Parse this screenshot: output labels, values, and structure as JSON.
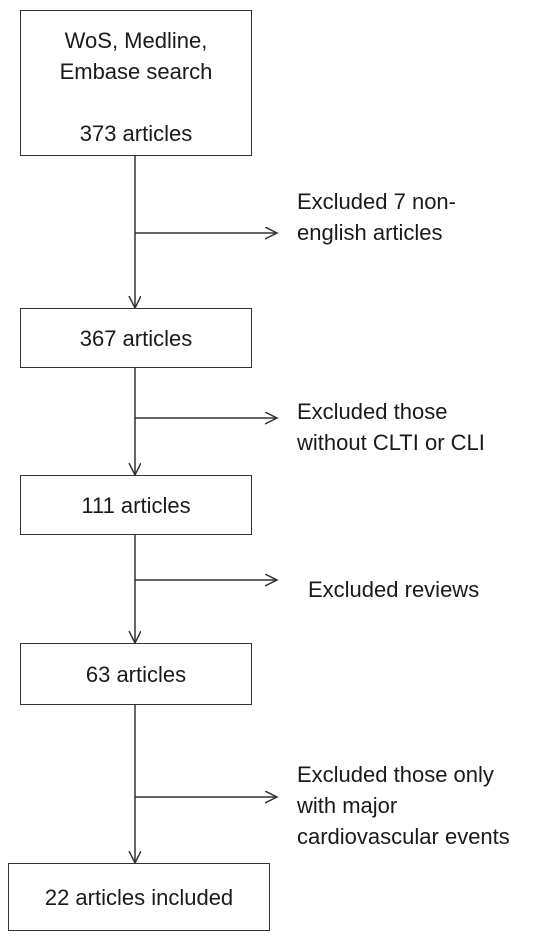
{
  "boxes": {
    "search_line1": "WoS, Medline,",
    "search_line2": "Embase search",
    "search_count": "373 articles",
    "step2": "367 articles",
    "step3": "111 articles",
    "step4": "63 articles",
    "final": "22 articles included"
  },
  "exclusions": {
    "e1_line1": "Excluded 7 non-",
    "e1_line2": "english articles",
    "e2_line1": "Excluded those",
    "e2_line2": "without CLTI or CLI",
    "e3_line1": "Excluded reviews",
    "e4_line1": "Excluded those only",
    "e4_line2": "with major",
    "e4_line3": "cardiovascular events"
  }
}
